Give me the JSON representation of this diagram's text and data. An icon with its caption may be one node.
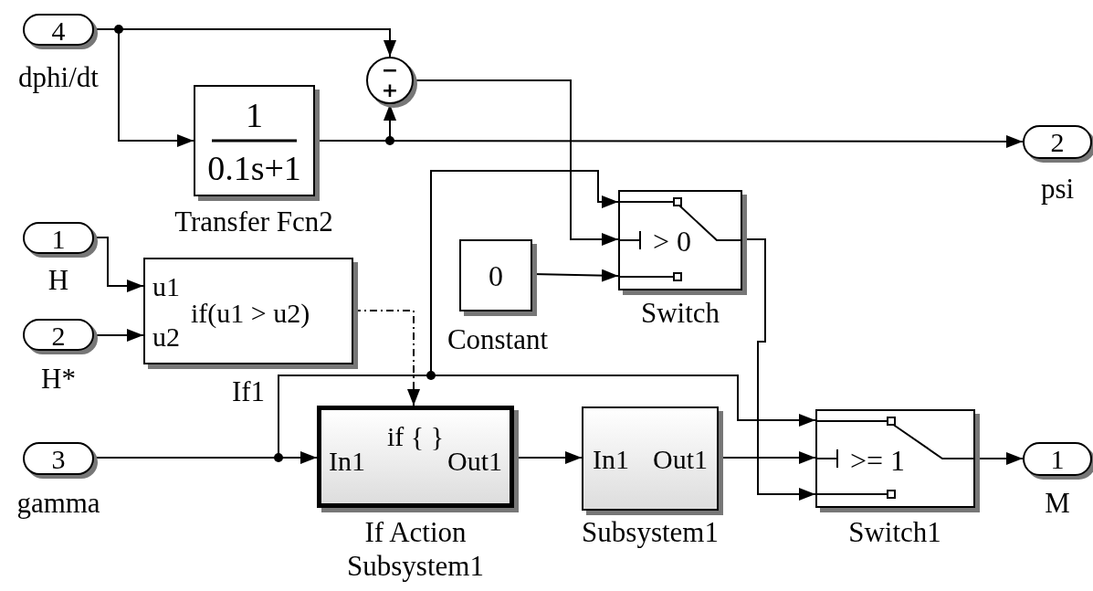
{
  "diagram": {
    "nodes": [
      {
        "text": [
          "4"
        ],
        "beside": [
          "dphi/dt"
        ]
      },
      {
        "text": [
          "−",
          "+"
        ]
      },
      {
        "text": [
          "1",
          "0.1s+1"
        ],
        "beside": [
          "Transfer Fcn2"
        ]
      },
      {
        "text": [
          "2"
        ],
        "beside": [
          "psi"
        ]
      },
      {
        "text": [
          "1"
        ],
        "beside": [
          "H"
        ]
      },
      {
        "text": [
          "u1",
          "if(u1 > u2)",
          "u2"
        ],
        "beside": [
          "If1"
        ]
      },
      {
        "text": [
          "2"
        ],
        "beside": [
          "H*"
        ]
      },
      {
        "text": [
          "0"
        ],
        "beside": [
          "Constant"
        ]
      },
      {
        "text": [
          "> 0"
        ],
        "beside": [
          "Switch"
        ]
      },
      {
        "text": [
          "3"
        ],
        "beside": [
          "gamma"
        ]
      },
      {
        "text": [
          "if { }",
          "In1",
          "Out1"
        ],
        "beside": [
          "If Action Subsystem1"
        ]
      },
      {
        "text": [
          "In1",
          "Out1"
        ],
        "beside": [
          "Subsystem1"
        ]
      },
      {
        "text": [
          ">= 1"
        ],
        "beside": [
          "Switch1"
        ]
      },
      {
        "text": [
          "1"
        ],
        "beside": [
          "M"
        ]
      }
    ],
    "edges": [
      {
        "from": 0,
        "to": 1,
        "arrow": "to"
      },
      {
        "from": 0,
        "to": 2,
        "arrow": "to"
      },
      {
        "from": 2,
        "to": 3,
        "arrow": "to"
      },
      {
        "from": 2,
        "to": 1,
        "arrow": "to"
      },
      {
        "from": 1,
        "to": 8,
        "arrow": "to"
      },
      {
        "from": 4,
        "to": 5,
        "arrow": "to"
      },
      {
        "from": 6,
        "to": 5,
        "arrow": "to"
      },
      {
        "from": 5,
        "to": 10,
        "arrow": "to",
        "style": "dashed"
      },
      {
        "from": 9,
        "to": 10,
        "arrow": "to"
      },
      {
        "from": 9,
        "to": 8,
        "arrow": "to"
      },
      {
        "from": 9,
        "to": 12,
        "arrow": "to"
      },
      {
        "from": 7,
        "to": 8,
        "arrow": "to"
      },
      {
        "from": 10,
        "to": 11,
        "arrow": "to"
      },
      {
        "from": 11,
        "to": 12,
        "arrow": "to"
      },
      {
        "from": 8,
        "to": 12,
        "arrow": "to"
      },
      {
        "from": 12,
        "to": 13,
        "arrow": "to"
      }
    ]
  }
}
